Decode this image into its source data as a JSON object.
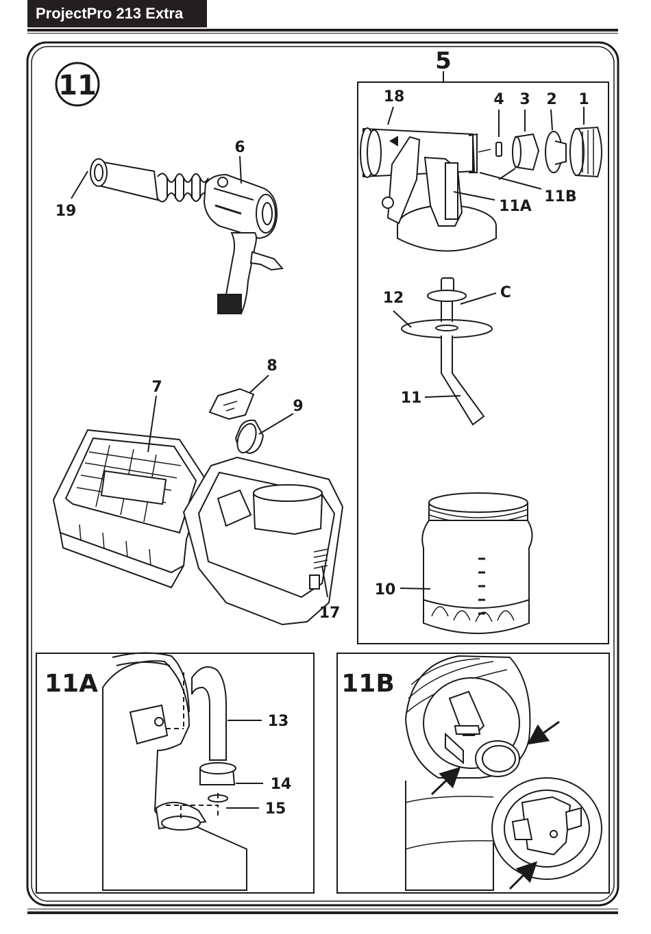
{
  "header": {
    "title": "ProjectPro 213 Extra"
  },
  "figure": {
    "step_number": "11",
    "panel_5": {
      "title": "5"
    },
    "labels": {
      "l1": "1",
      "l2": "2",
      "l3": "3",
      "l4": "4",
      "l6": "6",
      "l7": "7",
      "l8": "8",
      "l9": "9",
      "l10": "10",
      "l11": "11",
      "l12": "12",
      "l13": "13",
      "l14": "14",
      "l15": "15",
      "l17": "17",
      "l18": "18",
      "l19": "19",
      "l11A": "11A",
      "l11B": "11B",
      "lC": "C"
    },
    "inset_11A": {
      "title": "11A"
    },
    "inset_11B": {
      "title": "11B"
    }
  }
}
